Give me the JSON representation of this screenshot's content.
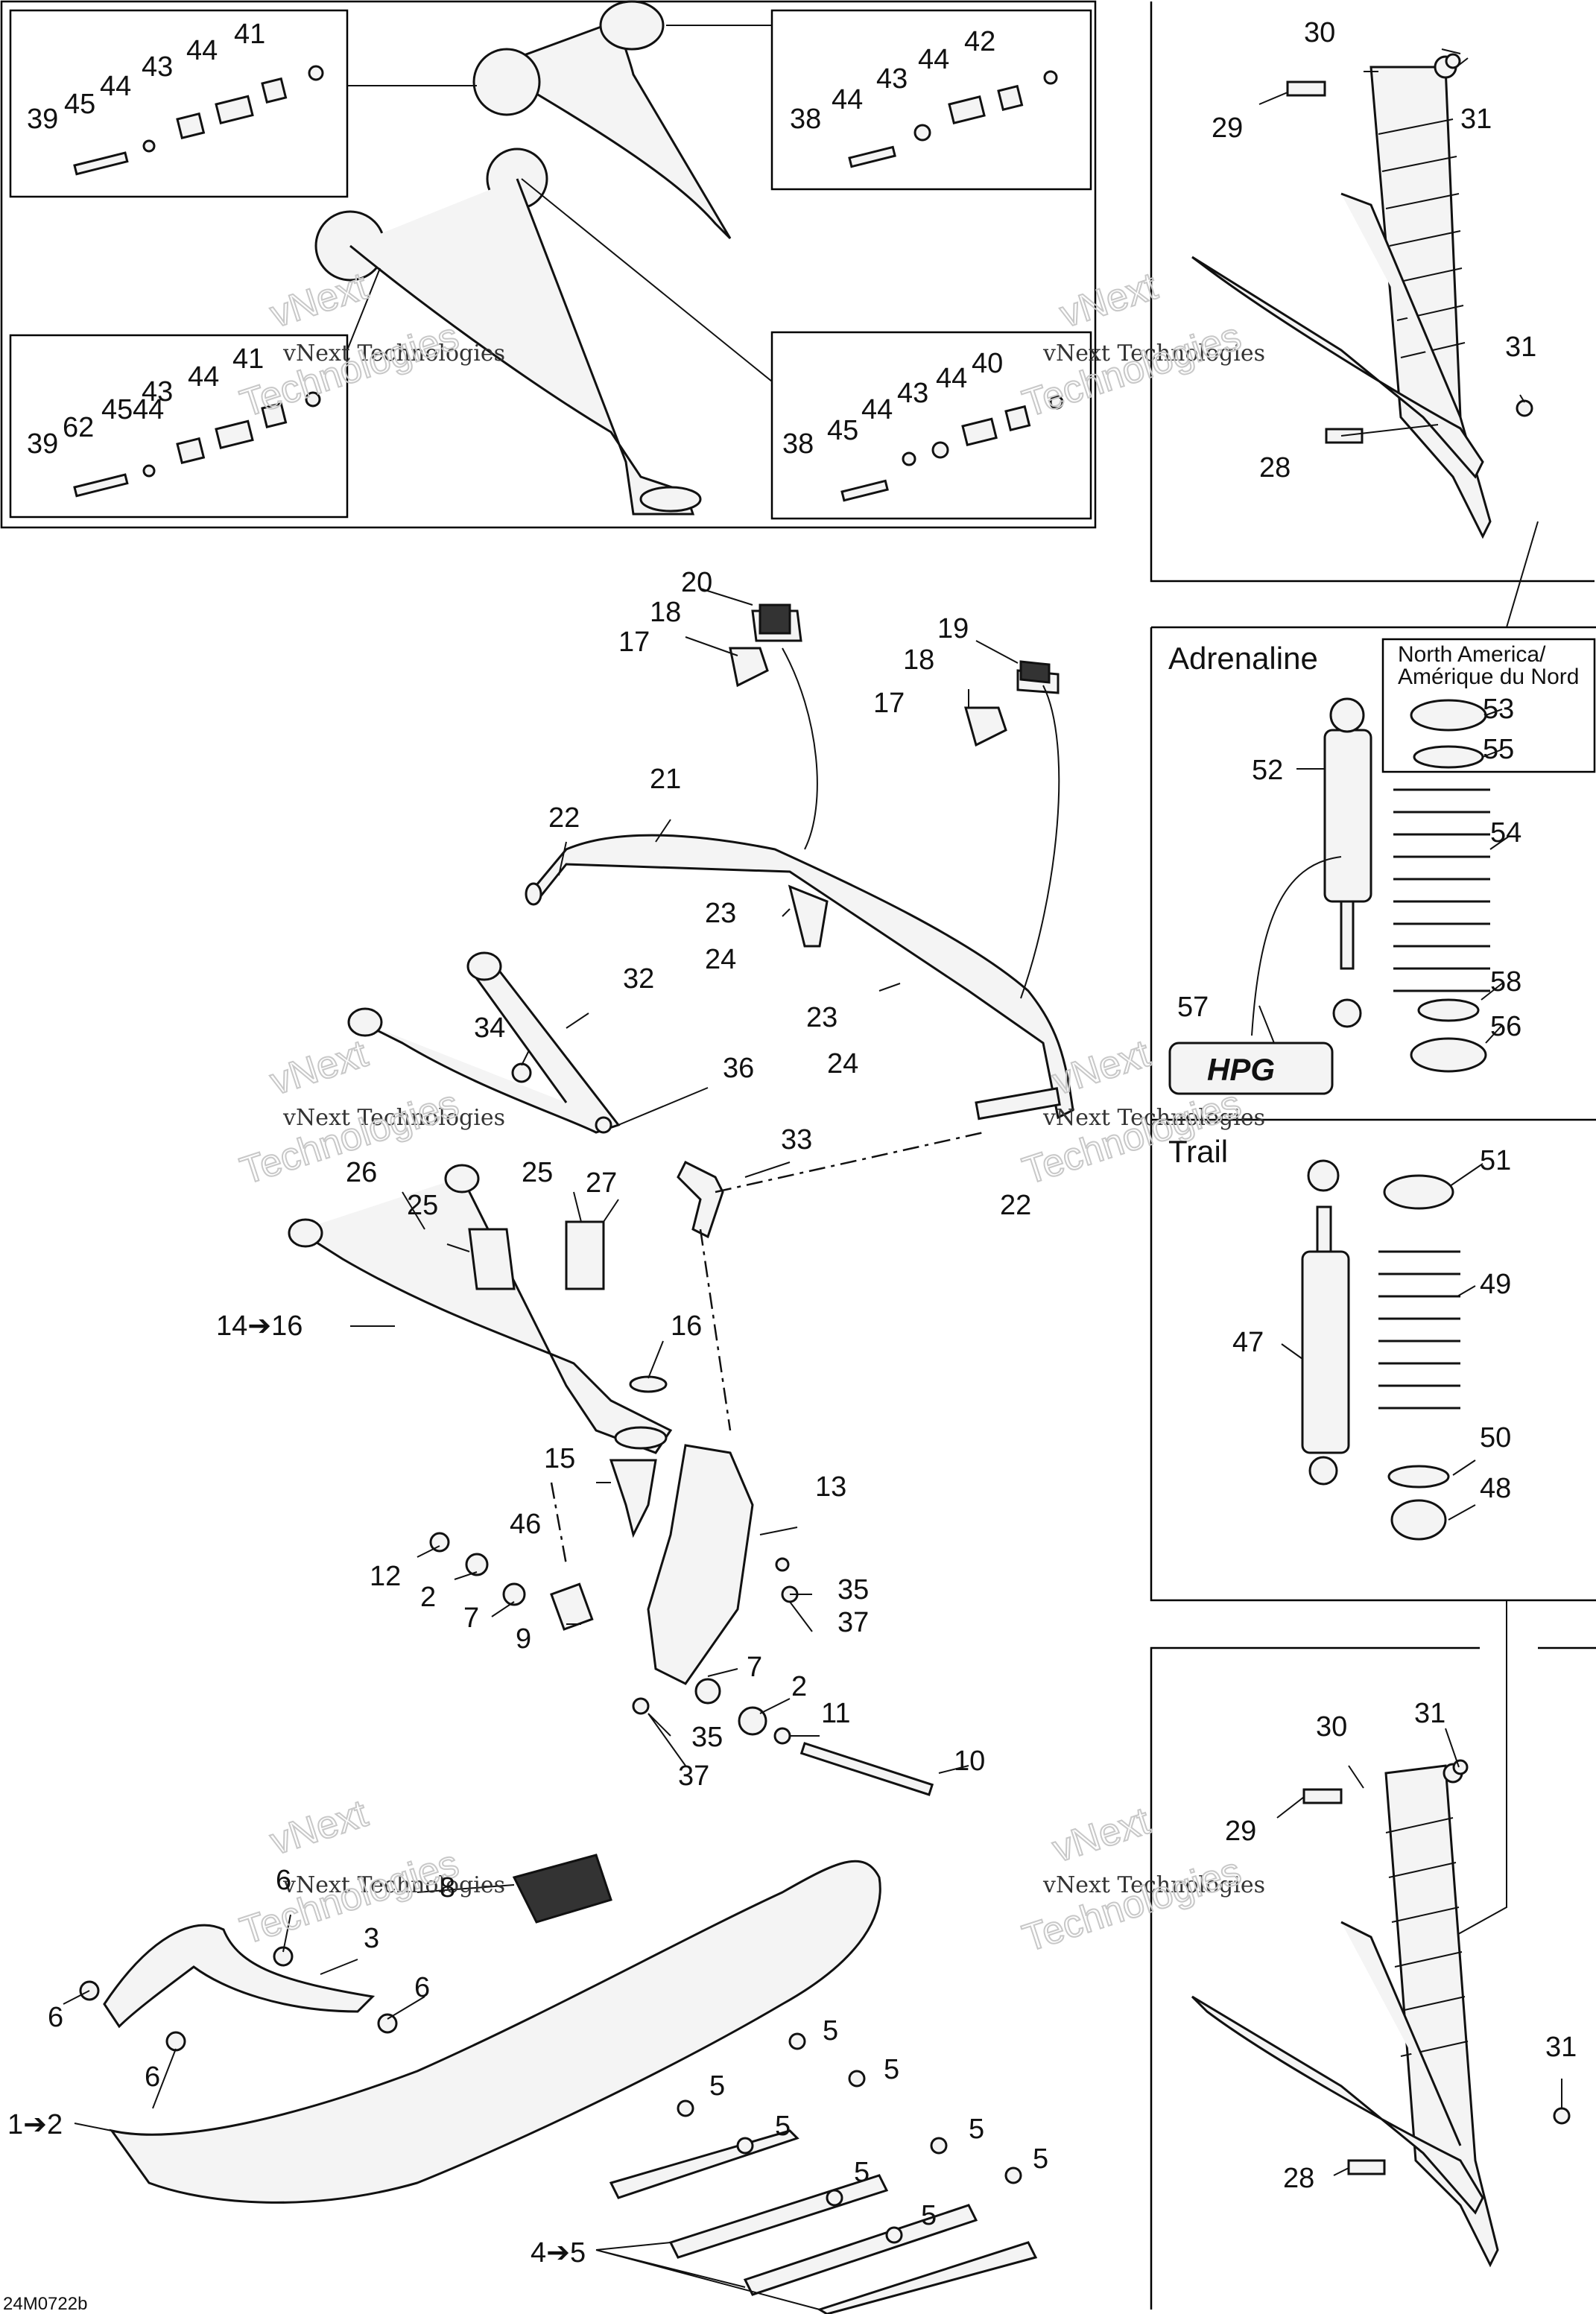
{
  "diagram": {
    "drawing_code": "24M0722b",
    "watermark": {
      "line1": "vNext",
      "line2": "vNext Technologies",
      "line3": "Technologies"
    },
    "insets": {
      "adrenaline": {
        "title": "Adrenaline",
        "region_label_line1": "North America/",
        "region_label_line2": "Amérique du Nord"
      },
      "trail": {
        "title": "Trail"
      },
      "hpg_logo": "HPG"
    },
    "callouts": {
      "c39": "39",
      "c45": "45",
      "c44": "44",
      "c43": "43",
      "c41": "41",
      "c42": "42",
      "c38": "38",
      "c40": "40",
      "c62": "62",
      "c20": "20",
      "c18": "18",
      "c17": "17",
      "c19": "19",
      "c21": "21",
      "c22": "22",
      "c23": "23",
      "c24": "24",
      "c32": "32",
      "c34": "34",
      "c36": "36",
      "c33": "33",
      "c26": "26",
      "c25": "25",
      "c27": "27",
      "c14_16": "14➔16",
      "c16": "16",
      "c15": "15",
      "c13": "13",
      "c46": "46",
      "c12": "12",
      "c2": "2",
      "c7": "7",
      "c9": "9",
      "c35": "35",
      "c37": "37",
      "c11": "11",
      "c10": "10",
      "c8": "8",
      "c6": "6",
      "c3": "3",
      "c1_2": "1➔2",
      "c4_5": "4➔5",
      "c5": "5",
      "c30": "30",
      "c29": "29",
      "c31": "31",
      "c28": "28",
      "c52": "52",
      "c53": "53",
      "c55": "55",
      "c54": "54",
      "c58": "58",
      "c56": "56",
      "c57": "57",
      "c51": "51",
      "c49": "49",
      "c47": "47",
      "c50": "50",
      "c48": "48"
    }
  }
}
